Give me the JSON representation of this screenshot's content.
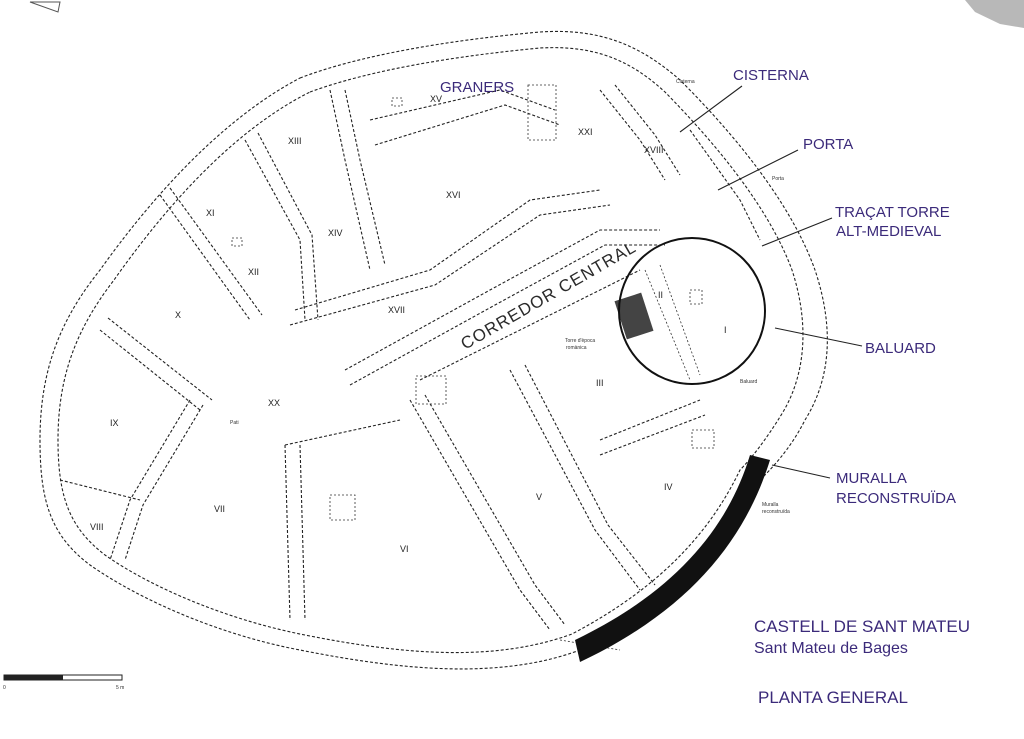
{
  "annotations": {
    "graners": "GRANERS",
    "cisterna": "CISTERNA",
    "porta": "PORTA",
    "tracat_line1": "TRAÇAT TORRE",
    "tracat_line2": "ALT-MEDIEVAL",
    "baluard": "BALUARD",
    "muralla_line1": "MURALLA",
    "muralla_line2": "RECONSTRUÏDA",
    "corredor": "CORREDOR CENTRAL"
  },
  "rooms": {
    "I": "I",
    "II": "II",
    "III": "III",
    "IV": "IV",
    "V": "V",
    "VI": "VI",
    "VII": "VII",
    "VIII": "VIII",
    "IX": "IX",
    "X": "X",
    "XI": "XI",
    "XII": "XII",
    "XIII": "XIII",
    "XIV": "XIV",
    "XV": "XV",
    "XVI": "XVI",
    "XVII": "XVII",
    "XVIII": "XVIII",
    "XX": "XX",
    "XXI": "XXI"
  },
  "small_labels": {
    "cisterna": "Cisterna",
    "porta": "Porta",
    "baluard": "Baluard",
    "pati": "Pati",
    "torre_line1": "Torre d'època",
    "torre_line2": "romànica",
    "muralla_line1": "Muralla",
    "muralla_line2": "reconstruïda"
  },
  "title_block": {
    "line1": "CASTELL DE SANT MATEU",
    "line2": "Sant Mateu de Bages",
    "line3": "PLANTA GENERAL"
  },
  "scale": {
    "start": "0",
    "end": "5 m"
  },
  "colors": {
    "annotation": "#3b2a7a",
    "ink": "#222222",
    "paper": "#ffffff"
  }
}
